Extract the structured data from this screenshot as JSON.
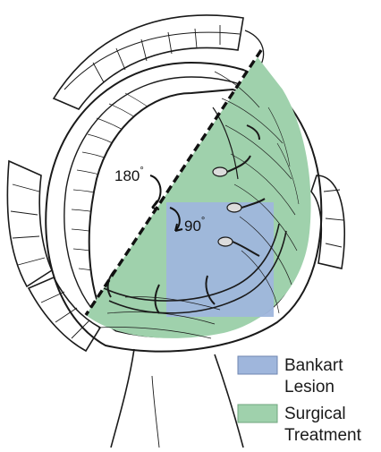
{
  "angles": {
    "large": "180",
    "small": "90",
    "degree_symbol": "°"
  },
  "legend": {
    "bankart": {
      "line1": "Bankart",
      "line2": "Lesion"
    },
    "surgical": {
      "line1": "Surgical",
      "line2": "Treatment"
    }
  },
  "colors": {
    "bankart_lesion": "#9fb6dc",
    "surgical_treatment": "#9fd1ac",
    "outline": "#1a1a1a",
    "background": "#ffffff"
  }
}
